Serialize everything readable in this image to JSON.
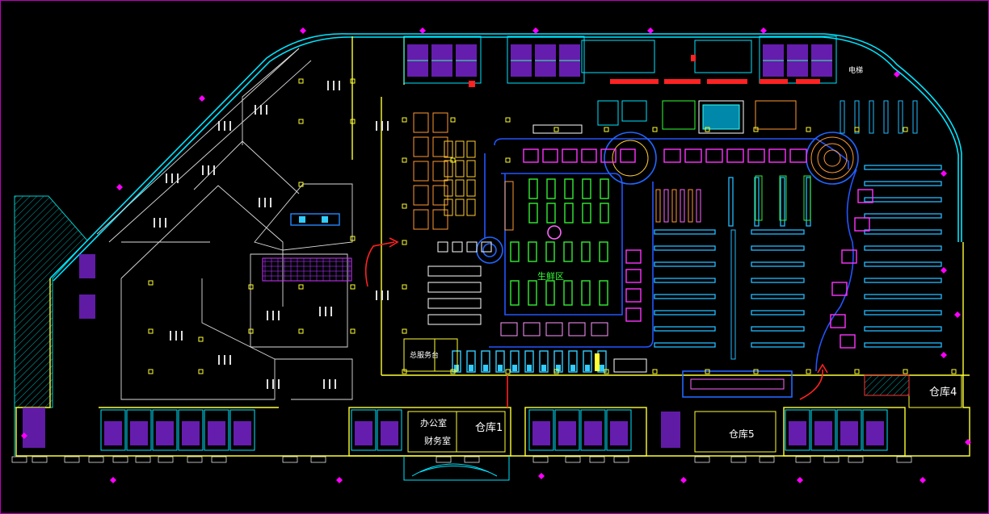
{
  "drawing": {
    "background": "#000000",
    "colors": {
      "wall": "#ffff33",
      "outline": "#00e5ff",
      "fixture": "#ff33ff",
      "shelf": "#22bbff",
      "produce": "#33ee33",
      "arrow": "#ff2222",
      "text": "#ffffff",
      "green_text": "#33ff33",
      "hatch": "#00cccc",
      "pillar": "#ff00ff"
    },
    "room_labels": {
      "warehouse_1": "仓库1",
      "warehouse_4": "仓库4",
      "warehouse_5": "仓库5",
      "office": "办公室",
      "finance": "财务室",
      "fresh_zone": "生鲜区",
      "elevator": "电梯",
      "front_desk": "总服务台"
    }
  }
}
